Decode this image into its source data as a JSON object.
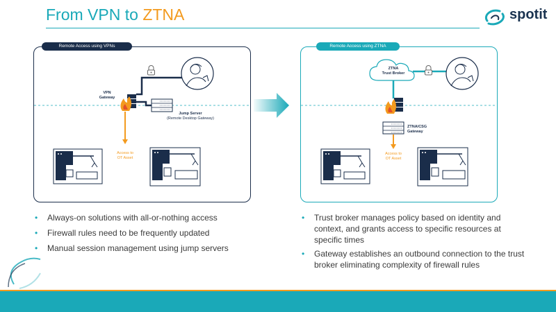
{
  "title": {
    "prefix": "From VPN to ",
    "highlight": "ZTNA"
  },
  "logo": {
    "text": "spotit"
  },
  "left_panel": {
    "tag": "Remote Access using VPNs",
    "vpn_gateway": [
      "VPN",
      "Gateway"
    ],
    "jump_server": [
      "Jump Server",
      "(Remote Desktop Gateway)"
    ],
    "ot_asset": [
      "Access to",
      "OT Asset"
    ]
  },
  "right_panel": {
    "tag": "Remote Access using ZTNA",
    "trust_broker": [
      "ZTNA",
      "Trust Broker"
    ],
    "gateway": [
      "ZTNA/CSG",
      "Gateway"
    ],
    "ot_asset": [
      "Access to",
      "OT Asset"
    ]
  },
  "left_bullets": [
    "Always-on solutions with all-or-nothing access",
    "Firewall rules need to be frequently updated",
    "Manual session management using jump servers"
  ],
  "right_bullets": [
    "Trust broker manages policy based on identity and context, and grants access to specific resources at specific times",
    "Gateway establishes an outbound connection to the trust broker eliminating complexity of firewall rules"
  ],
  "colors": {
    "teal": "#1aa9b8",
    "orange": "#f39a1e",
    "navy": "#1a2d4a"
  },
  "icons": [
    "lock-icon",
    "remote-user-icon",
    "firewall-icon",
    "server-icon",
    "cloud-icon",
    "robot-arm-machine-icon",
    "arrow-right-icon"
  ]
}
